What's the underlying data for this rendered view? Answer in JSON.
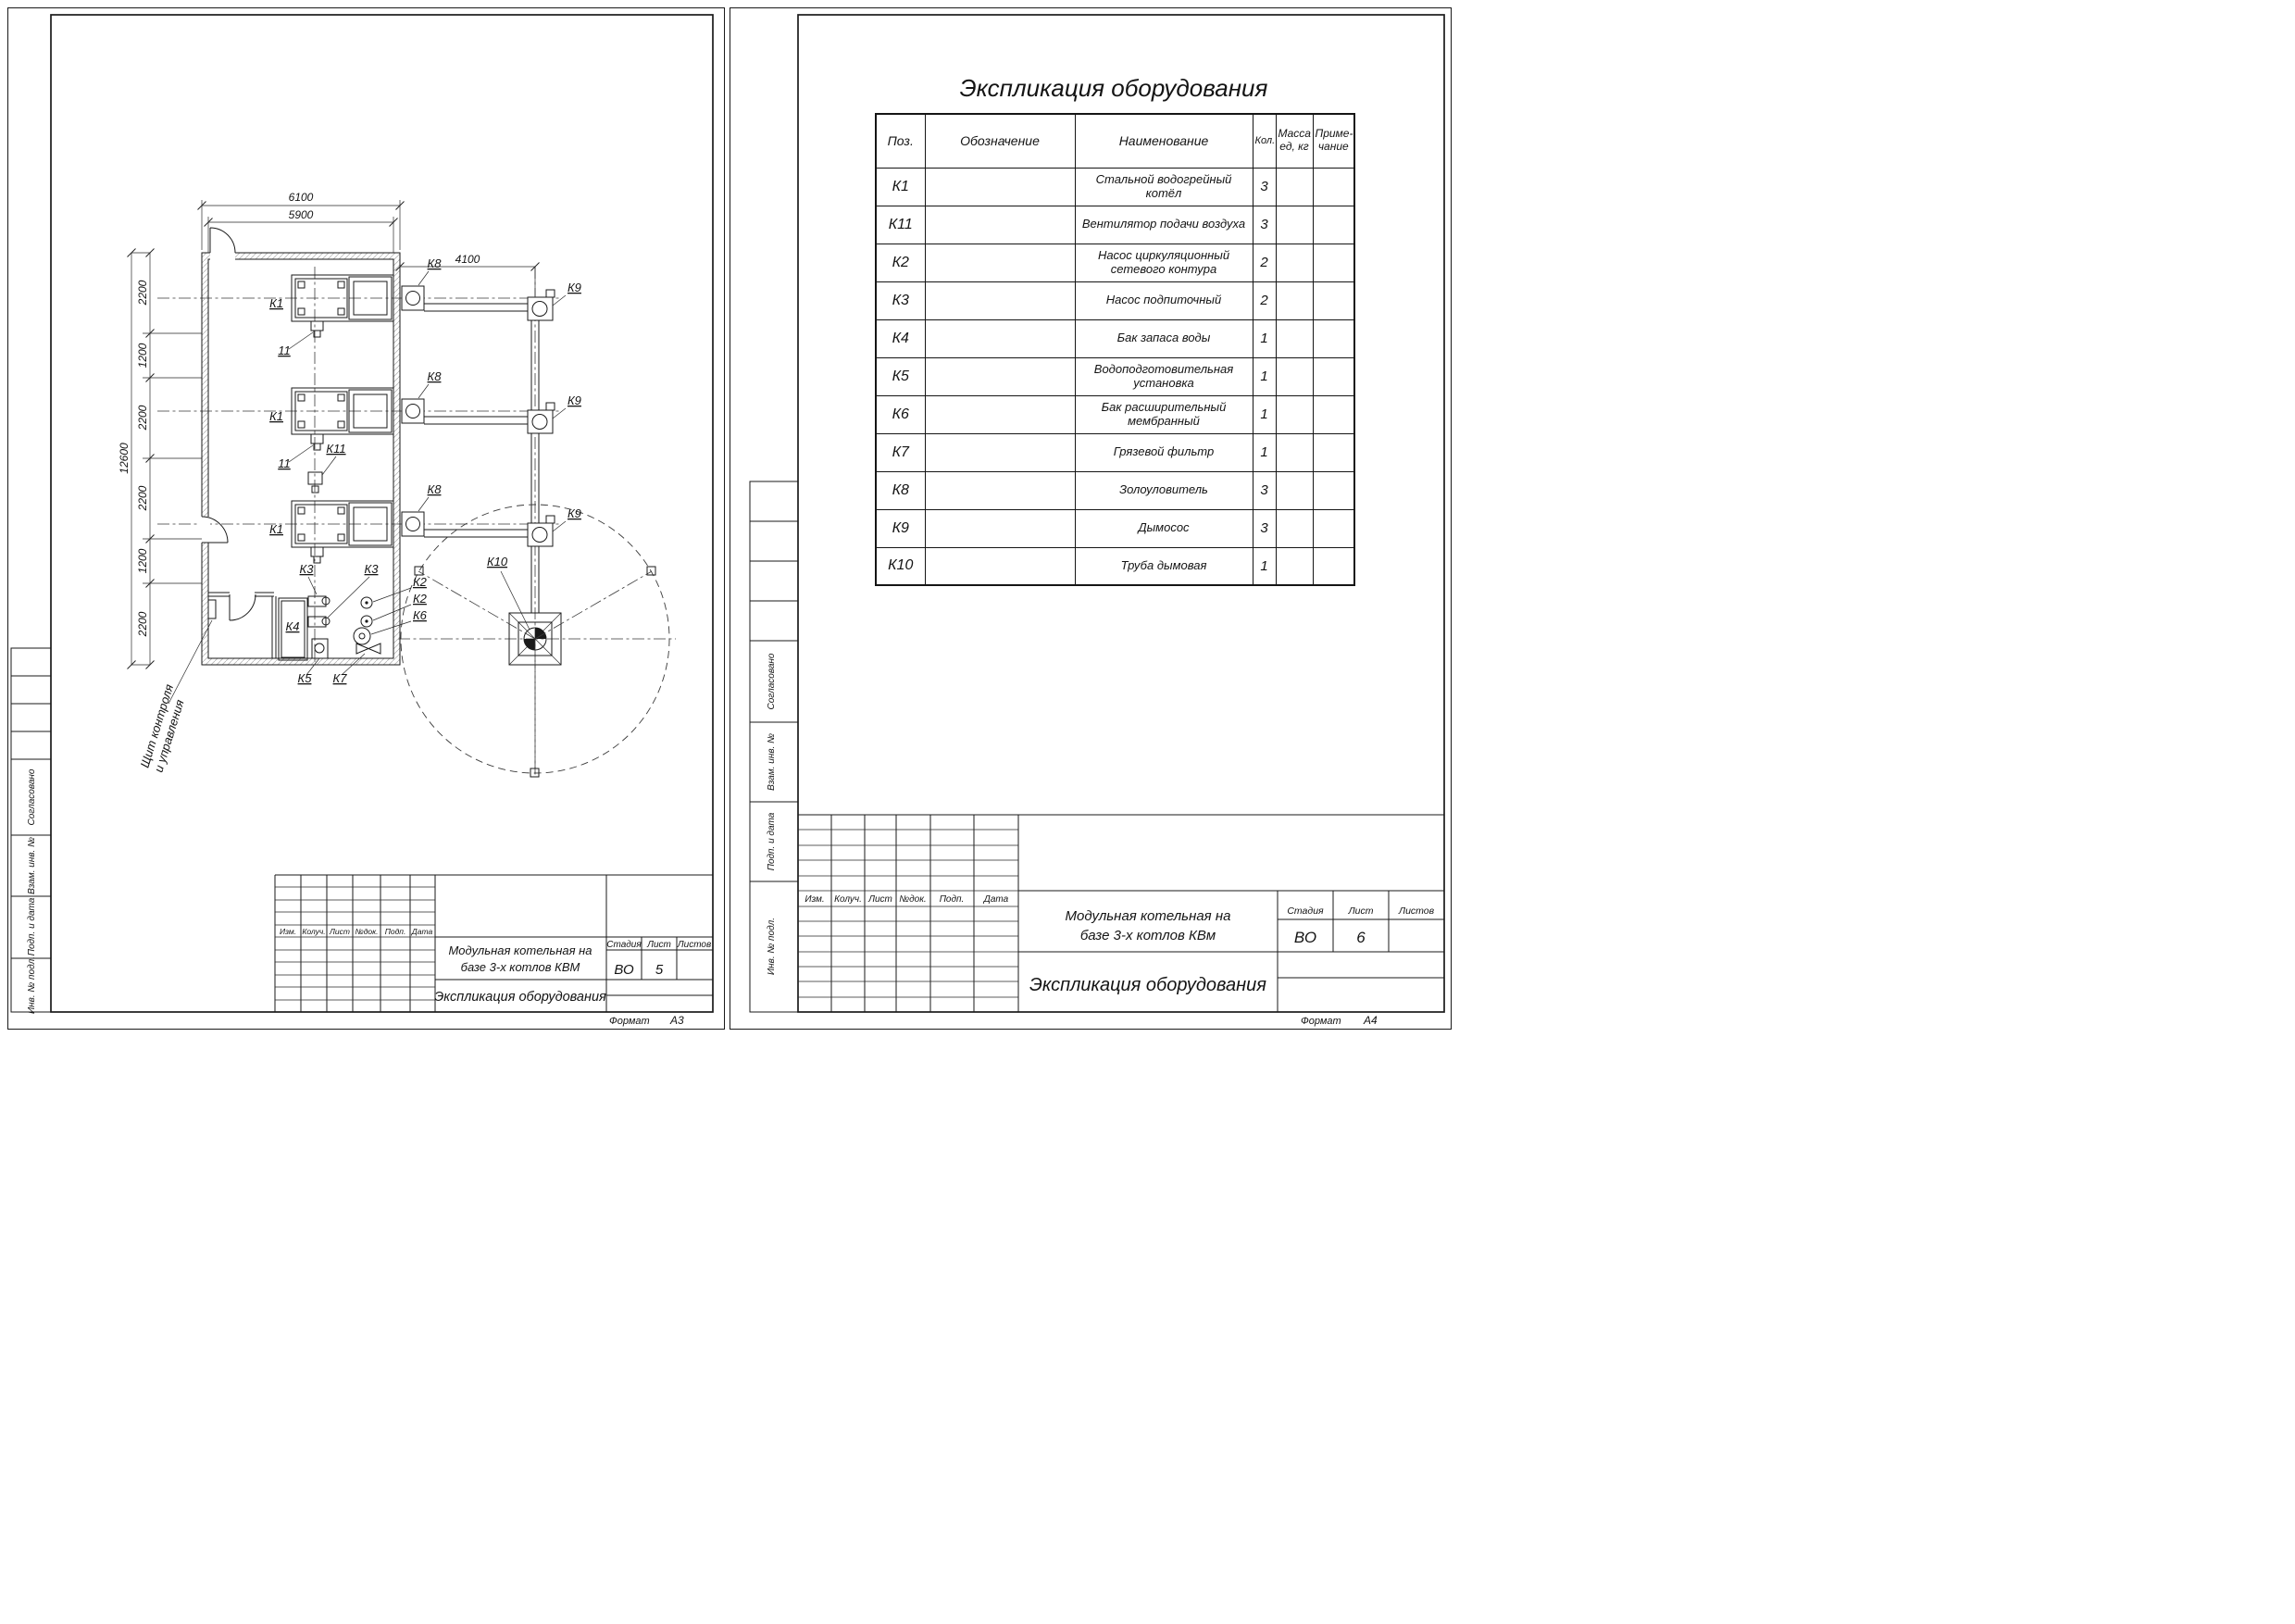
{
  "common": {
    "colors": {
      "ink": "#1a1a1a"
    },
    "rev_headers": [
      "Изм.",
      "Колуч.",
      "Лист",
      "№док.",
      "Подп.",
      "Дата"
    ],
    "stage_label": "Стадия",
    "sheet_label": "Лист",
    "sheets_label": "Листов",
    "format_label": "Формат",
    "stamps": {
      "agreed": "Согласовано",
      "repl_inv": "Взам. инв. №",
      "sign_date": "Подп. и дата",
      "inv_orig": "Инв. № подл."
    }
  },
  "left_sheet": {
    "plan": {
      "dims": {
        "width_outer": "6100",
        "width_inner": "5900",
        "flue_span": "4100",
        "height_total": "12600",
        "seg_a": "2200",
        "seg_b": "1200"
      },
      "labels": {
        "k1": "К1",
        "k2": "К2",
        "k3": "К3",
        "k4": "К4",
        "k5": "К5",
        "k6": "К6",
        "k7": "К7",
        "k8": "К8",
        "k9": "К9",
        "k10": "К10",
        "k11": "К11",
        "axis": "11",
        "panel_1": "Щит контроля",
        "panel_2": "и управления"
      }
    },
    "title_block": {
      "project_1": "Модульная котельная на",
      "project_2": "базе 3-х котлов КВМ",
      "stage": "ВО",
      "sheet": "5",
      "doc_title": "Экспликация оборудования",
      "format": "А3"
    }
  },
  "right_sheet": {
    "spec_title": "Экспликация оборудования",
    "table": {
      "headers": {
        "pos": "Поз.",
        "designation": "Обозначение",
        "name": "Наименование",
        "qty": "Кол.",
        "mass_line1": "Масса",
        "mass_line2": "ед, кг",
        "note_line1": "Приме-",
        "note_line2": "чание"
      },
      "rows": [
        {
          "pos": "К1",
          "designation": "",
          "name": "Стальной водогрейный котёл",
          "qty": "3",
          "mass": "",
          "note": ""
        },
        {
          "pos": "К11",
          "designation": "",
          "name": "Вентилятор подачи воздуха",
          "qty": "3",
          "mass": "",
          "note": ""
        },
        {
          "pos": "К2",
          "designation": "",
          "name": "Насос циркуляционный сетевого контура",
          "qty": "2",
          "mass": "",
          "note": ""
        },
        {
          "pos": "К3",
          "designation": "",
          "name": "Насос подпиточный",
          "qty": "2",
          "mass": "",
          "note": ""
        },
        {
          "pos": "К4",
          "designation": "",
          "name": "Бак запаса воды",
          "qty": "1",
          "mass": "",
          "note": ""
        },
        {
          "pos": "К5",
          "designation": "",
          "name": "Водоподготовительная установка",
          "qty": "1",
          "mass": "",
          "note": ""
        },
        {
          "pos": "К6",
          "designation": "",
          "name": "Бак расширительный мембранный",
          "qty": "1",
          "mass": "",
          "note": ""
        },
        {
          "pos": "К7",
          "designation": "",
          "name": "Грязевой фильтр",
          "qty": "1",
          "mass": "",
          "note": ""
        },
        {
          "pos": "К8",
          "designation": "",
          "name": "Золоуловитель",
          "qty": "3",
          "mass": "",
          "note": ""
        },
        {
          "pos": "К9",
          "designation": "",
          "name": "Дымосос",
          "qty": "3",
          "mass": "",
          "note": ""
        },
        {
          "pos": "К10",
          "designation": "",
          "name": "Труба дымовая",
          "qty": "1",
          "mass": "",
          "note": ""
        }
      ]
    },
    "title_block": {
      "project_1": "Модульная котельная на",
      "project_2": "базе 3-х котлов КВм",
      "stage": "ВО",
      "sheet": "6",
      "doc_title": "Экспликация оборудования",
      "format": "А4"
    }
  }
}
